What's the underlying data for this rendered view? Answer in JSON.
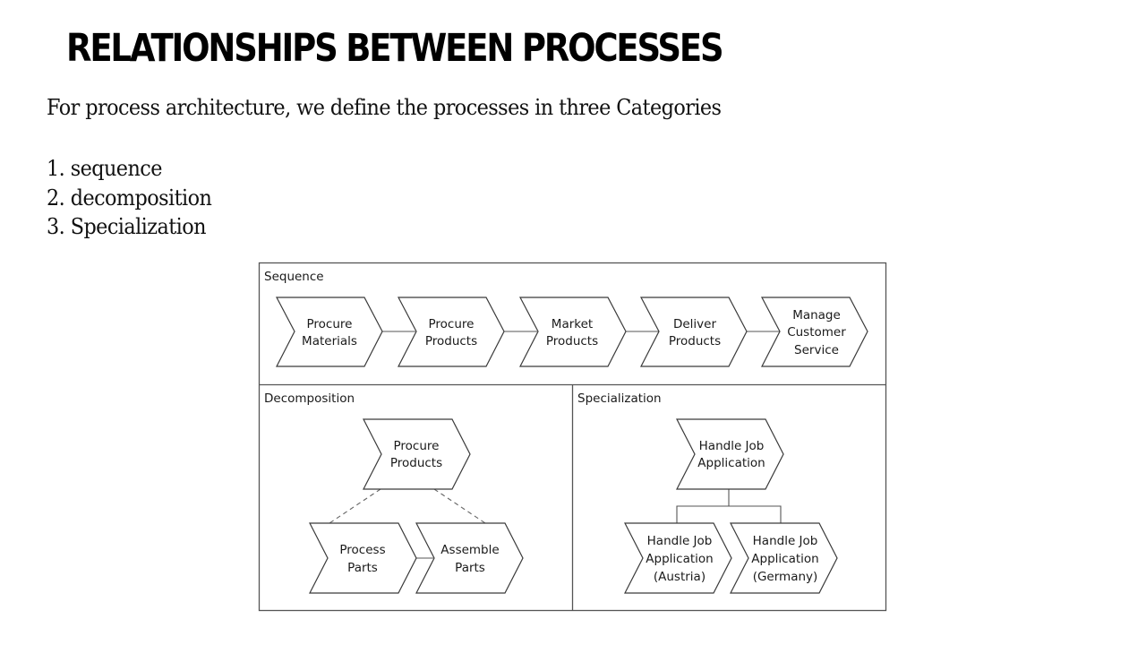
{
  "slide": {
    "title": "RELATIONSHIPS BETWEEN PROCESSES",
    "intro": "For process architecture, we define the processes in three Categories",
    "categories": [
      "1. sequence",
      "2. decomposition",
      "3. Specialization"
    ]
  },
  "diagram": {
    "sequence": {
      "label": "Sequence",
      "steps": [
        {
          "line1": "Procure",
          "line2": "Materials",
          "line3": ""
        },
        {
          "line1": "Procure",
          "line2": "Products",
          "line3": ""
        },
        {
          "line1": "Market",
          "line2": "Products",
          "line3": ""
        },
        {
          "line1": "Deliver",
          "line2": "Products",
          "line3": ""
        },
        {
          "line1": "Manage",
          "line2": "Customer",
          "line3": "Service"
        }
      ]
    },
    "decomposition": {
      "label": "Decomposition",
      "parent": {
        "line1": "Procure",
        "line2": "Products"
      },
      "children": [
        {
          "line1": "Process",
          "line2": "Parts"
        },
        {
          "line1": "Assemble",
          "line2": "Parts"
        }
      ]
    },
    "specialization": {
      "label": "Specialization",
      "parent": {
        "line1": "Handle Job",
        "line2": "Application"
      },
      "children": [
        {
          "line1": "Handle Job",
          "line2": "Application",
          "line3": "(Austria)"
        },
        {
          "line1": "Handle Job",
          "line2": "Application",
          "line3": "(Germany)"
        }
      ]
    }
  }
}
